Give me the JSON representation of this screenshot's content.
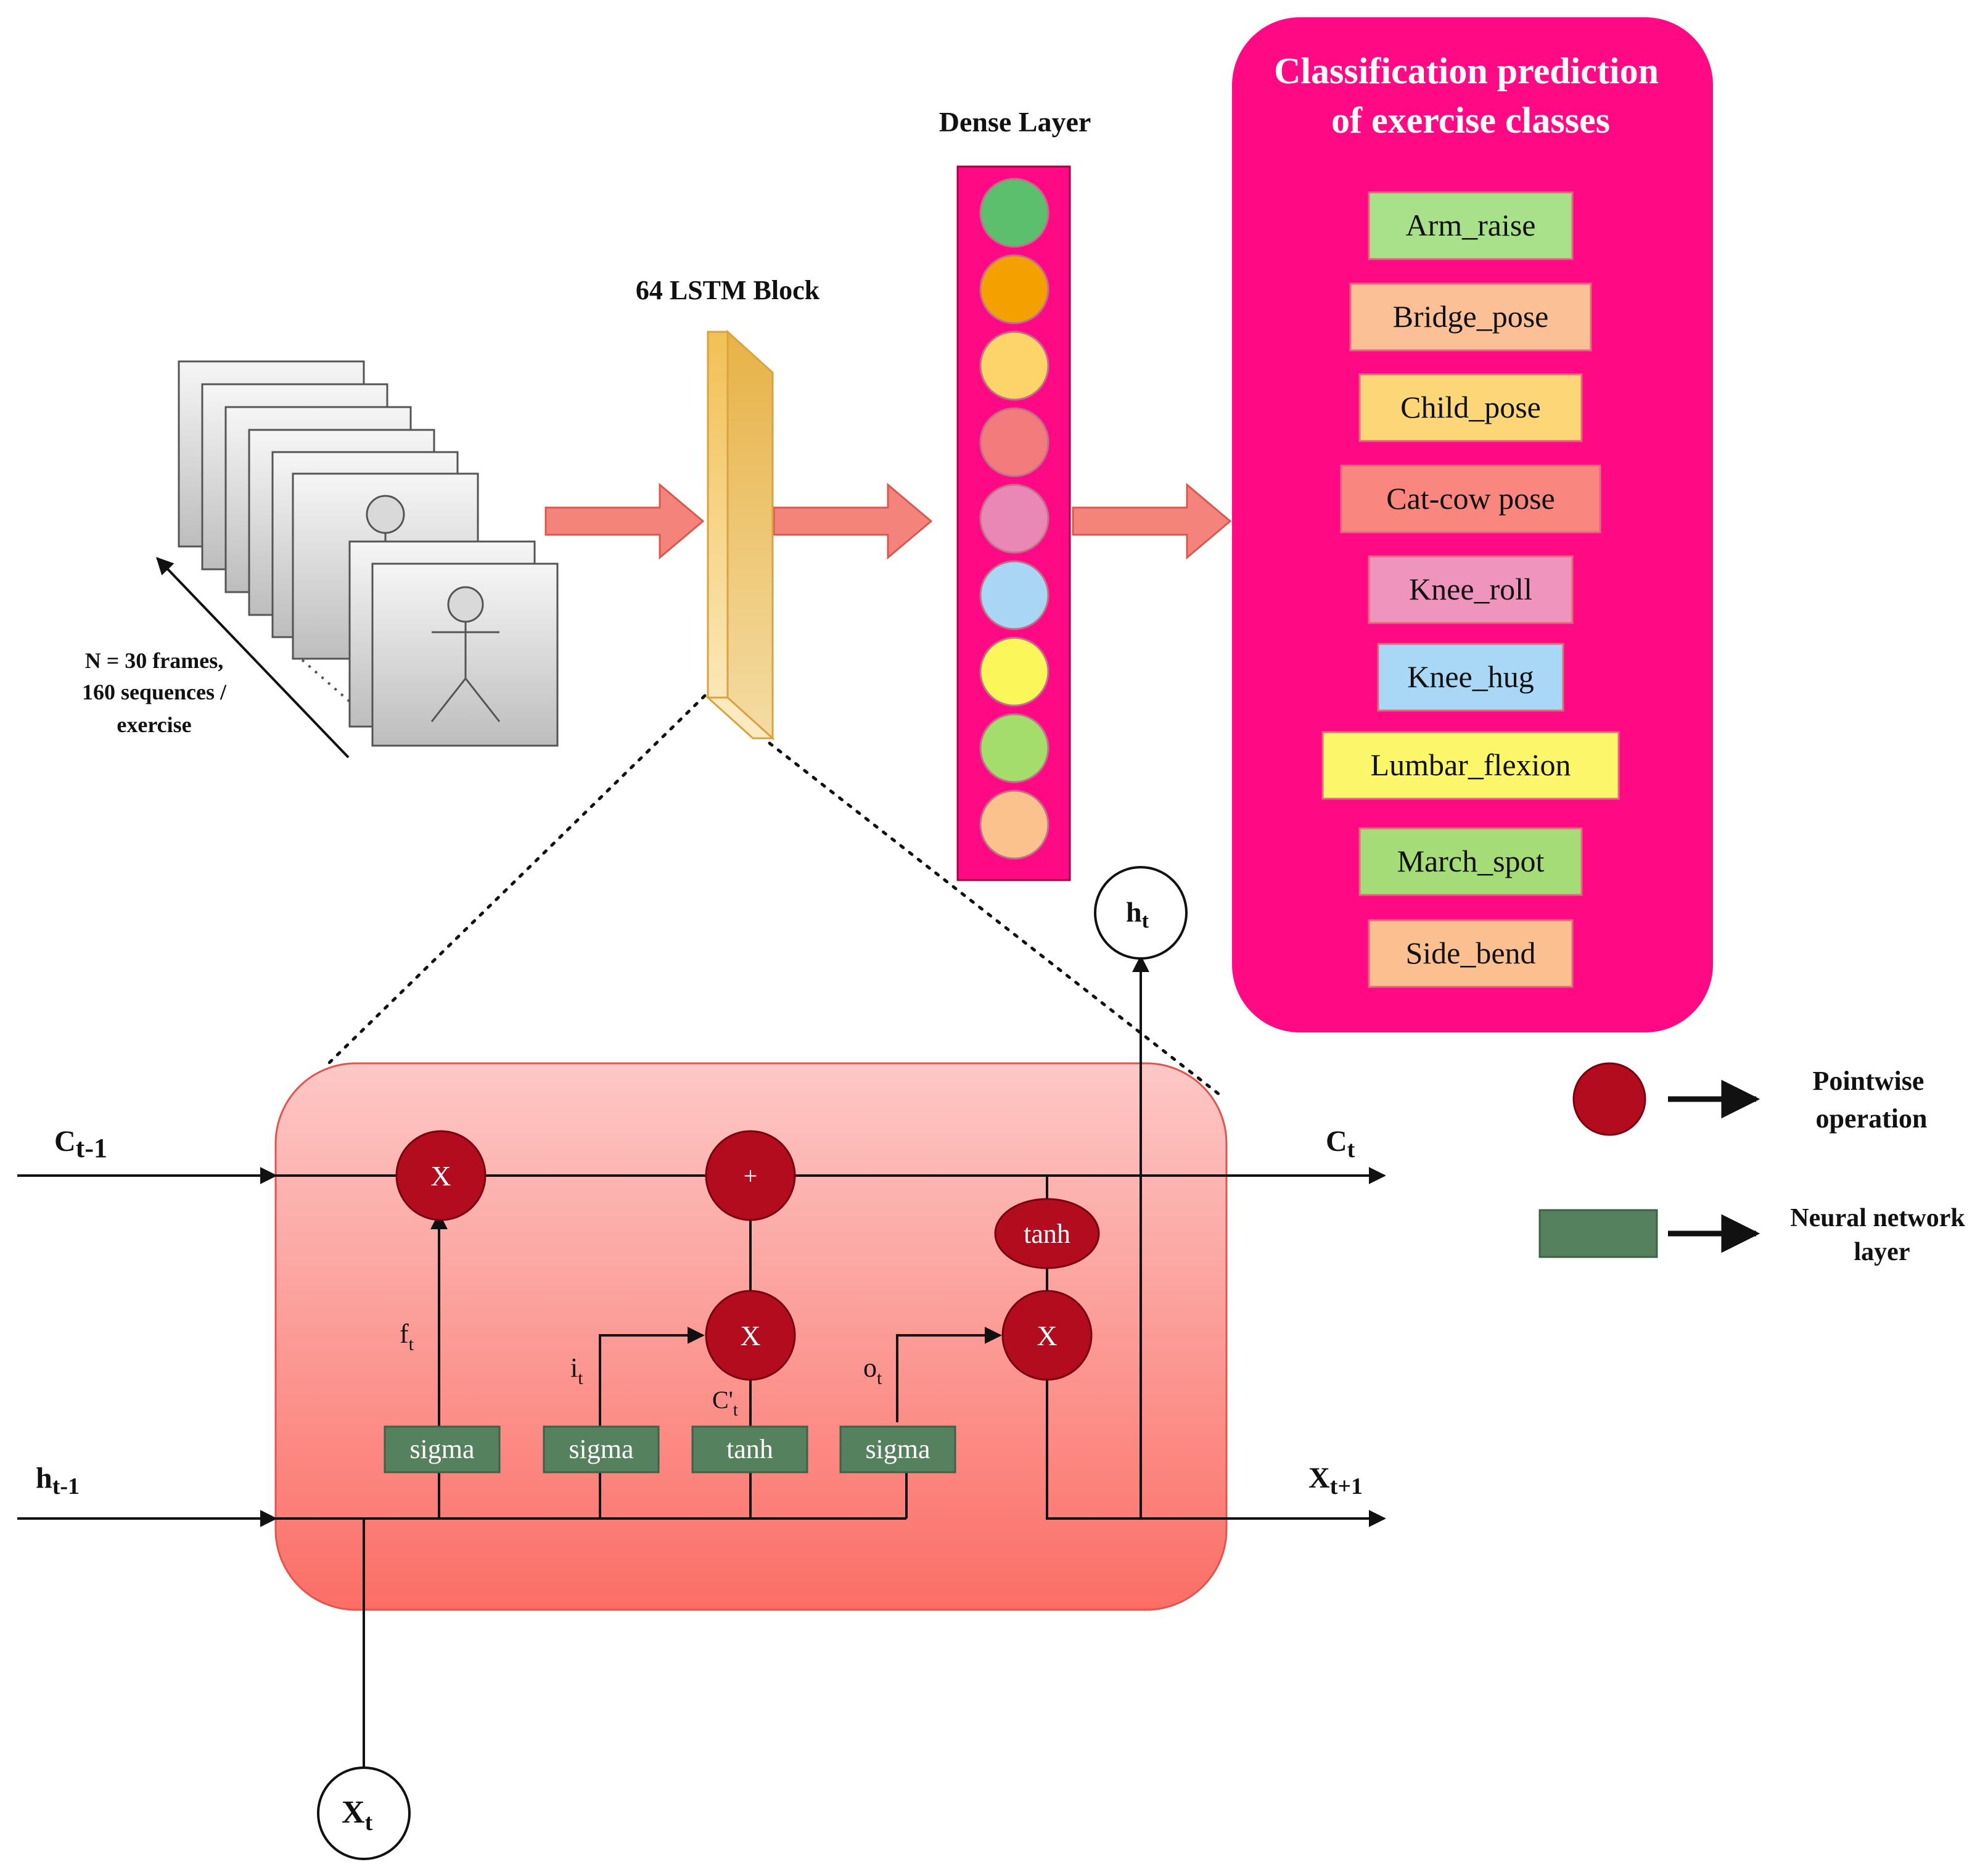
{
  "frames_annotation": {
    "line1": "N = 30 frames,",
    "line2": "160 sequences /",
    "line3": "exercise"
  },
  "lstm_block": {
    "title": "64 LSTM Block"
  },
  "dense_layer": {
    "title": "Dense Layer",
    "neuron_colors": [
      "#5cbf6e",
      "#f4a000",
      "#fdd46a",
      "#f47b7b",
      "#ea88b5",
      "#a9d6f5",
      "#fbf65a",
      "#a5dd6c",
      "#fcc28d"
    ]
  },
  "classification": {
    "title_line1": "Classification prediction",
    "title_line2": "of exercise classes",
    "panel_color": "#ff0a84",
    "classes": [
      {
        "label": "Arm_raise",
        "color": "#a9e08a"
      },
      {
        "label": "Bridge_pose",
        "color": "#fcc096"
      },
      {
        "label": "Child_pose",
        "color": "#fdd678"
      },
      {
        "label": "Cat-cow pose",
        "color": "#f9867f"
      },
      {
        "label": "Knee_roll",
        "color": "#ef94bd"
      },
      {
        "label": "Knee_hug",
        "color": "#a9d8f7"
      },
      {
        "label": "Lumbar_flexion",
        "color": "#fcf76a"
      },
      {
        "label": "March_spot",
        "color": "#a5dc78"
      },
      {
        "label": "Side_bend",
        "color": "#fcc090"
      }
    ]
  },
  "legend": {
    "pointwise_line1": "Pointwise",
    "pointwise_line2": "operation",
    "layer_line1": "Neural network",
    "layer_line2": "layer"
  },
  "lstm_cell": {
    "c_prev": "C",
    "c_prev_sub": "t-1",
    "c_next": "C",
    "c_next_sub": "t",
    "h_prev": "h",
    "h_prev_sub": "t-1",
    "x_next": "X",
    "x_next_sub": "t+1",
    "h_out": "h",
    "h_out_sub": "t",
    "x_in": "X",
    "x_in_sub": "t",
    "f_gate": "f",
    "f_sub": "t",
    "i_gate": "i",
    "i_sub": "t",
    "c_cand": "C'",
    "c_cand_sub": "t",
    "o_gate": "o",
    "o_sub": "t",
    "multiply_symbol": "X",
    "add_symbol": "+",
    "tanh_op": "tanh",
    "layers": [
      "sigma",
      "sigma",
      "tanh",
      "sigma"
    ]
  },
  "colors": {
    "arrow_salmon": "#f4837c",
    "pointwise_red": "#b30c1e",
    "layer_green": "#55815e",
    "lstm_gold": "#f2c055"
  }
}
